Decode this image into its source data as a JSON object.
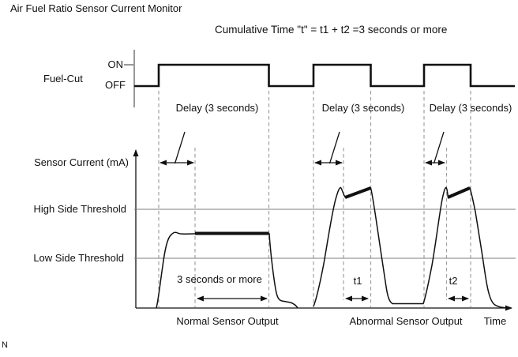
{
  "title": "Air Fuel Ratio Sensor Current Monitor",
  "subtitle": "Cumulative Time \"t\" = t1 + t2 =3 seconds or more",
  "fuel_cut": {
    "label": "Fuel-Cut",
    "on": "ON",
    "off": "OFF"
  },
  "delays": [
    "Delay (3 seconds)",
    "Delay (3 seconds)",
    "Delay (3 seconds)"
  ],
  "sensor": {
    "axis_label": "Sensor Current (mA)",
    "high_threshold_label": "High Side Threshold",
    "low_threshold_label": "Low Side Threshold",
    "duration_label": "3 seconds or more",
    "t1_label": "t1",
    "t2_label": "t2",
    "normal_label": "Normal Sensor Output",
    "abnormal_label": "Abnormal Sensor Output",
    "time_label": "Time"
  },
  "footnote": "N",
  "colors": {
    "ink": "#111111",
    "threshold": "#7d7d7d",
    "dashed": "#a0a0a0",
    "axis2": "#555555",
    "background": "#ffffff"
  }
}
